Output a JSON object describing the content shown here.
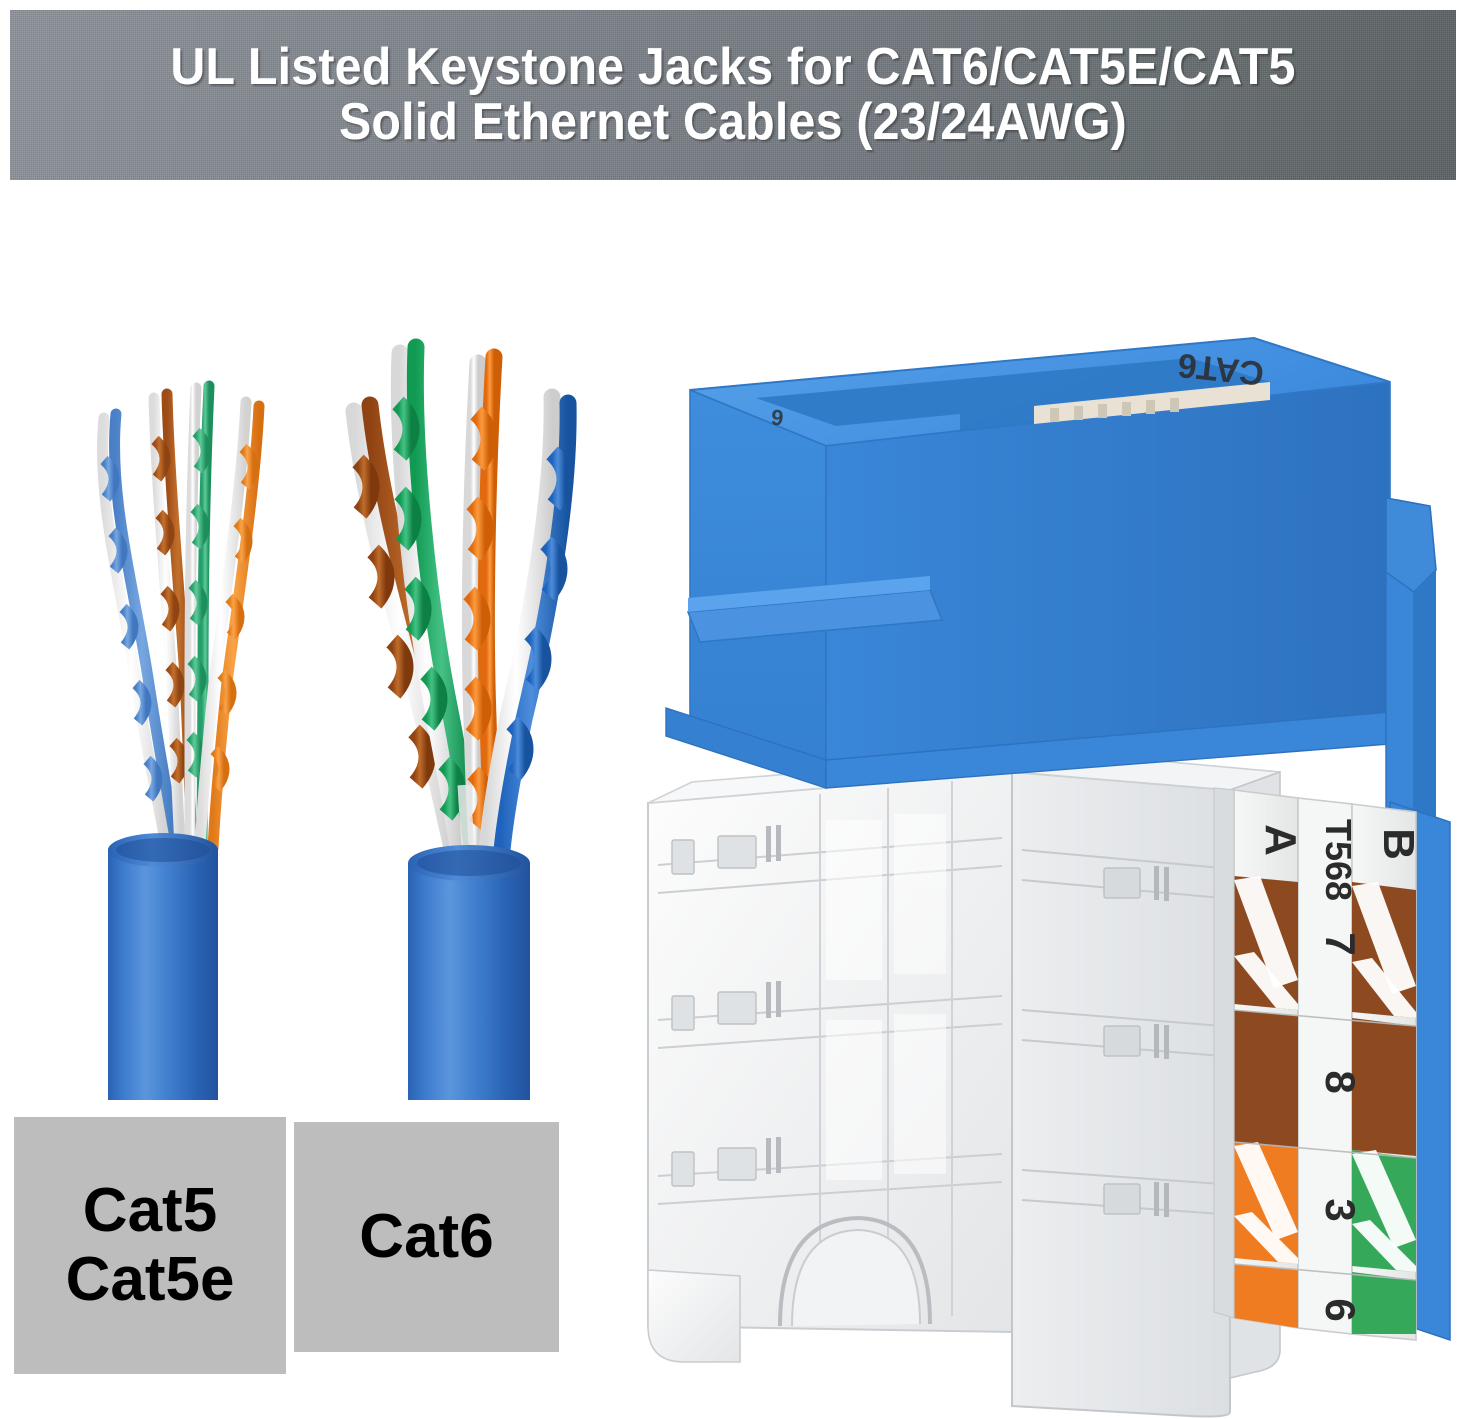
{
  "header": {
    "title": "UL Listed Keystone Jacks for CAT6/CAT5E/CAT5\nSolid Ethernet Cables (23/24AWG)",
    "background_gradient_from": "#8d939a",
    "background_gradient_to": "#5d6366",
    "text_color": "#ffffff"
  },
  "cables": [
    {
      "id": "cat5-cable",
      "name": "Cat5 / Cat5e cable",
      "jacket_color": "#2f6fc4",
      "pairs": [
        {
          "name": "blue-pair",
          "color": "#5b8fd4",
          "stripe": "#ffffff"
        },
        {
          "name": "brown-pair",
          "color": "#b0581f",
          "stripe": "#ffffff"
        },
        {
          "name": "green-pair",
          "color": "#35b479",
          "stripe": "#ffffff"
        },
        {
          "name": "orange-pair",
          "color": "#f18b28",
          "stripe": "#ffffff"
        }
      ]
    },
    {
      "id": "cat6-cable",
      "name": "Cat6 cable",
      "jacket_color": "#2f6fc4",
      "pairs": [
        {
          "name": "brown-pair",
          "color": "#a8501b",
          "stripe": "#ffffff"
        },
        {
          "name": "green-pair",
          "color": "#21a560",
          "stripe": "#ffffff"
        },
        {
          "name": "orange-pair",
          "color": "#f4781b",
          "stripe": "#ffffff"
        },
        {
          "name": "blue-pair",
          "color": "#2f76c9",
          "stripe": "#ffffff"
        }
      ]
    }
  ],
  "labels": {
    "cat5": "Cat5\nCat5e",
    "cat6": "Cat6",
    "box_color": "#bdbdbd",
    "text_color": "#000000"
  },
  "jack": {
    "name": "rj45-keystone-jack",
    "body_color": "#3a86d8",
    "body_color_dark": "#2e6fba",
    "body_color_light": "#4b93e0",
    "idc_color": "#f2f3f4",
    "top_marking": "CAT6",
    "side_marking": "6",
    "wiring_label": {
      "column_a_header": "A",
      "column_b_header": "B",
      "standard": "T568",
      "rows": [
        {
          "pin": "7",
          "a_color": "#8d4a20",
          "a_style": "stripe",
          "b_color": "#8d4a20",
          "b_style": "stripe"
        },
        {
          "pin": "8",
          "a_color": "#8d4a20",
          "a_style": "solid",
          "b_color": "#8d4a20",
          "b_style": "solid"
        },
        {
          "pin": "3",
          "a_color": "#f07c22",
          "a_style": "stripe",
          "b_color": "#35a85a",
          "b_style": "stripe"
        },
        {
          "pin": "6",
          "a_color": "#f07c22",
          "a_style": "solid",
          "b_color": "#35a85a",
          "b_style": "solid"
        }
      ],
      "label_bg": "#eceded",
      "stripe_color": "#ffffff"
    }
  }
}
